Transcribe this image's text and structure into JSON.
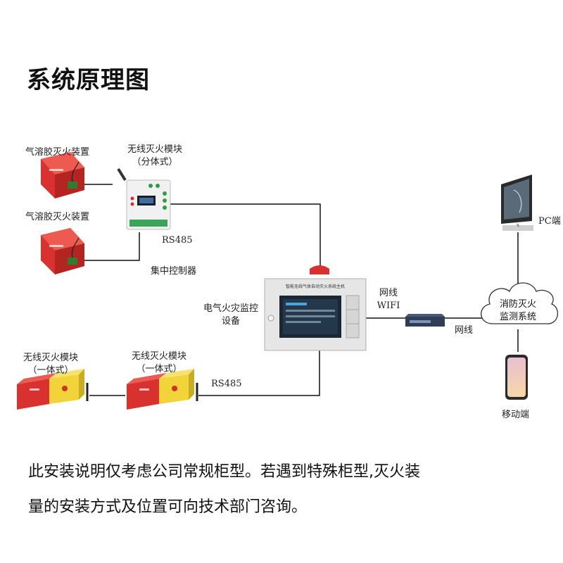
{
  "title": "系统原理图",
  "labels": {
    "aerosol_1": "气溶胶灭火装置",
    "aerosol_2": "气溶胶灭火装置",
    "wireless_split_line1": "无线灭火模块",
    "wireless_split_line2": "（分体式）",
    "rs485_top": "RS485",
    "central_controller": "集中控制器",
    "monitor_line1": "电气火灾监控",
    "monitor_line2": "设备",
    "panel_caption": "智能无线气体自动灭火系统主机",
    "network_line1": "网线",
    "network_line2": "WIFI",
    "network_right": "网线",
    "pc": "PC端",
    "cloud_line1": "消防灭火",
    "cloud_line2": "监测系统",
    "mobile": "移动端",
    "wireless_integrated_1_line1": "无线灭火模块",
    "wireless_integrated_1_line2": "（一体式）",
    "wireless_integrated_2_line1": "无线灭火模块",
    "wireless_integrated_2_line2": "（一体式）",
    "rs485_bottom": "RS485"
  },
  "footer": {
    "line1": "此安装说明仅考虑公司常规柜型。若遇到特殊柜型,灭火装",
    "line2": "量的安装方式及位置可向技术部门咨询。"
  },
  "colors": {
    "device_red": "#d8312f",
    "device_yellow": "#f2d43a",
    "cabinet_gray": "#e6e6e6",
    "screen_dark": "#1b2733",
    "line": "#111111"
  }
}
